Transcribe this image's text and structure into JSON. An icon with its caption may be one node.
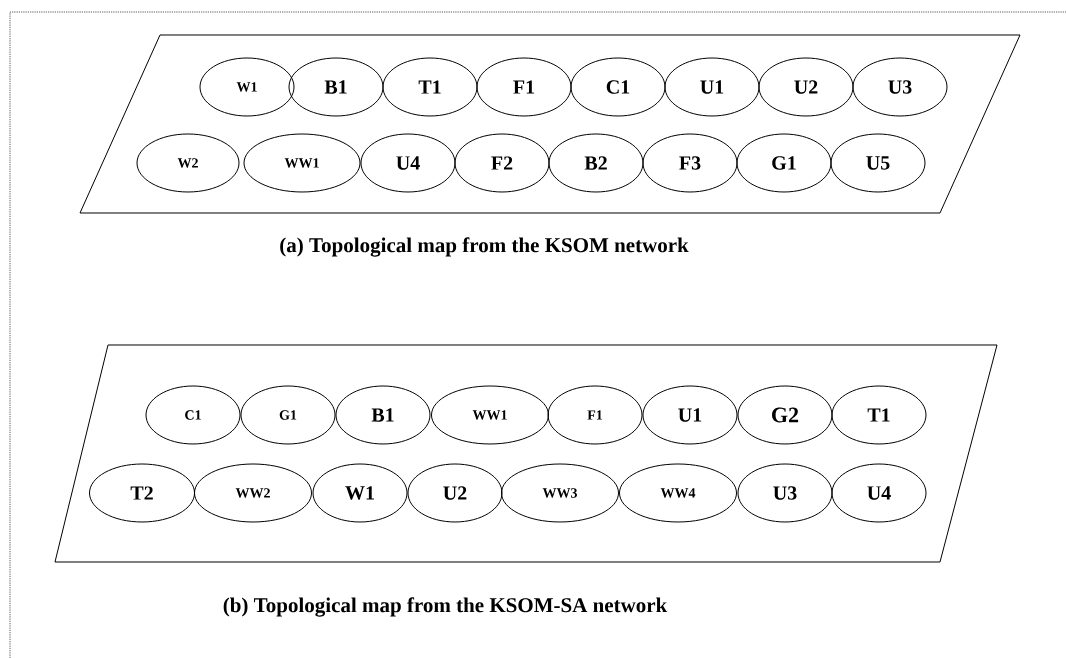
{
  "diagram": {
    "nodes": [
      {
        "text": [],
        "shape": "parallelogram",
        "beside": [
          "(a) Topological map from the KSOM network"
        ]
      },
      {
        "text": [
          "W1"
        ],
        "in": 0
      },
      {
        "text": [
          "B1"
        ],
        "in": 0
      },
      {
        "text": [
          "T1"
        ],
        "in": 0
      },
      {
        "text": [
          "F1"
        ],
        "in": 0
      },
      {
        "text": [
          "C1"
        ],
        "in": 0
      },
      {
        "text": [
          "U1"
        ],
        "in": 0
      },
      {
        "text": [
          "U2"
        ],
        "in": 0
      },
      {
        "text": [
          "U3"
        ],
        "in": 0
      },
      {
        "text": [
          "W2"
        ],
        "in": 0
      },
      {
        "text": [
          "WW1"
        ],
        "in": 0
      },
      {
        "text": [
          "U4"
        ],
        "in": 0
      },
      {
        "text": [
          "F2"
        ],
        "in": 0
      },
      {
        "text": [
          "B2"
        ],
        "in": 0
      },
      {
        "text": [
          "F3"
        ],
        "in": 0
      },
      {
        "text": [
          "G1"
        ],
        "in": 0
      },
      {
        "text": [
          "U5"
        ],
        "in": 0
      },
      {
        "text": [],
        "shape": "parallelogram",
        "beside": [
          "(b) Topological map from the KSOM-SA network"
        ]
      },
      {
        "text": [
          "C1"
        ],
        "in": 17
      },
      {
        "text": [
          "G1"
        ],
        "in": 17
      },
      {
        "text": [
          "B1"
        ],
        "in": 17
      },
      {
        "text": [
          "WW1"
        ],
        "in": 17
      },
      {
        "text": [
          "F1"
        ],
        "in": 17
      },
      {
        "text": [
          "U1"
        ],
        "in": 17
      },
      {
        "text": [
          "G2"
        ],
        "in": 17
      },
      {
        "text": [
          "T1"
        ],
        "in": 17
      },
      {
        "text": [
          "T2"
        ],
        "in": 17
      },
      {
        "text": [
          "WW2"
        ],
        "in": 17
      },
      {
        "text": [
          "W1"
        ],
        "in": 17
      },
      {
        "text": [
          "U2"
        ],
        "in": 17
      },
      {
        "text": [
          "WW3"
        ],
        "in": 17
      },
      {
        "text": [
          "WW4"
        ],
        "in": 17
      },
      {
        "text": [
          "U3"
        ],
        "in": 17
      },
      {
        "text": [
          "U4"
        ],
        "in": 17
      }
    ]
  }
}
